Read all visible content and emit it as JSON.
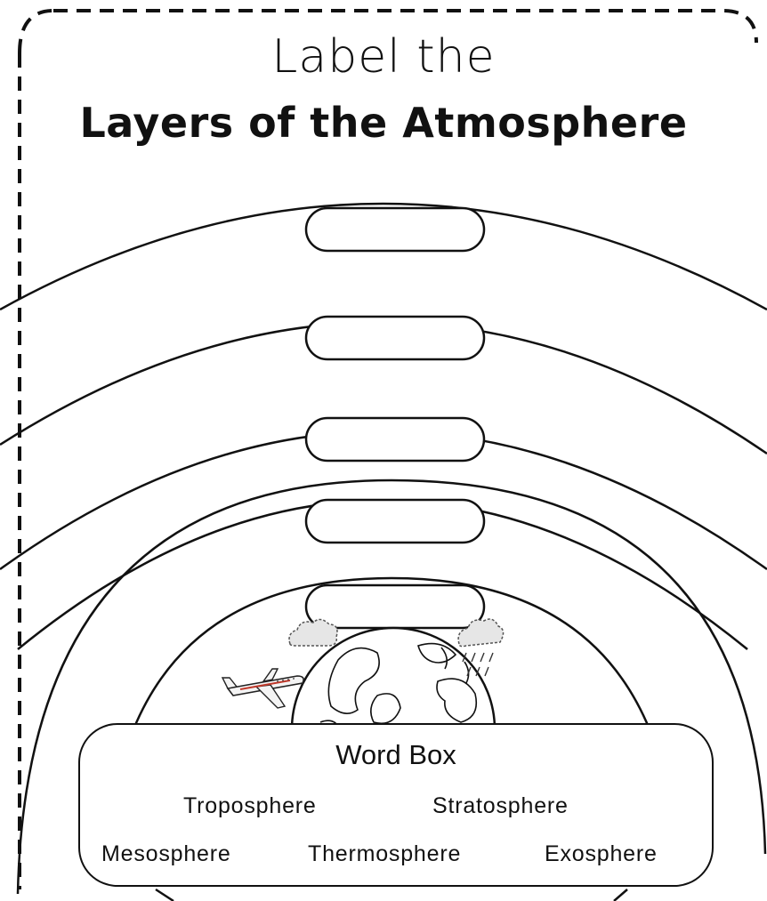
{
  "worksheet": {
    "title_line1": "Label the",
    "title_line2": "Layers of the Atmosphere"
  },
  "layers": {
    "label_blanks": [
      "",
      "",
      "",
      "",
      ""
    ]
  },
  "illustration": {
    "icons": [
      "earth-globe-icon",
      "airplane-icon",
      "cloud-icon",
      "rain-cloud-icon"
    ]
  },
  "word_box": {
    "title": "Word Box",
    "words": {
      "troposphere": "Troposphere",
      "stratosphere": "Stratosphere",
      "mesosphere": "Mesosphere",
      "thermosphere": "Thermosphere",
      "exosphere": "Exosphere"
    }
  },
  "colors": {
    "ink": "#111111",
    "paper": "#ffffff"
  }
}
